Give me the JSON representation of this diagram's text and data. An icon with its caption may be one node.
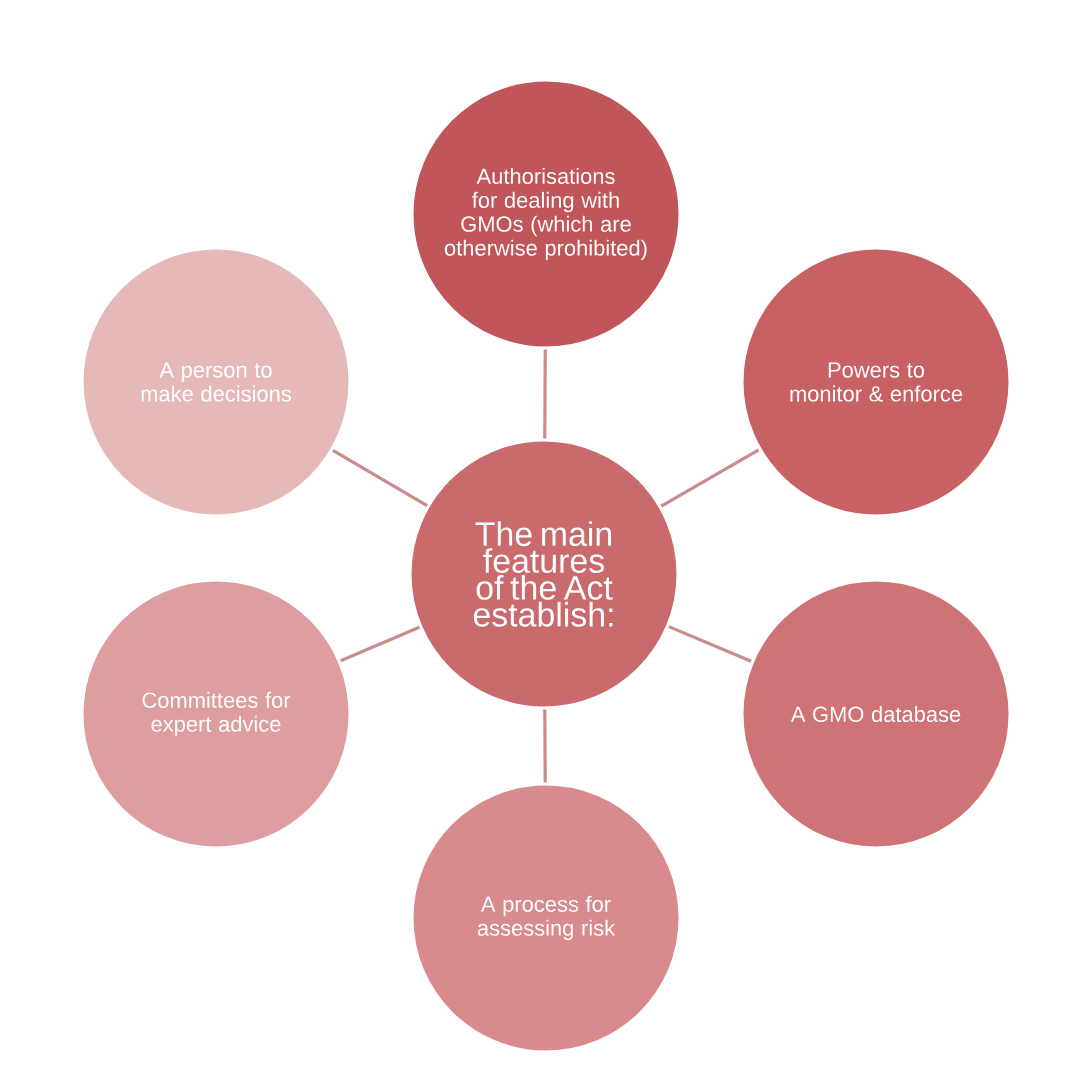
{
  "diagram": {
    "nodes": [
      {
        "text": [
          "The main features of the Act establish:"
        ]
      },
      {
        "text": [
          "Authorisations for dealing with GMOs (which are otherwise prohibited)"
        ]
      },
      {
        "text": [
          "Powers to monitor & enforce"
        ]
      },
      {
        "text": [
          "A GMO database"
        ]
      },
      {
        "text": [
          "A process for assessing risk"
        ]
      },
      {
        "text": [
          "Committees for expert advice"
        ]
      },
      {
        "text": [
          "A person to make decisions"
        ]
      }
    ],
    "edges": [
      {
        "from": 0,
        "to": 1,
        "arrow": "none"
      },
      {
        "from": 0,
        "to": 2,
        "arrow": "none"
      },
      {
        "from": 0,
        "to": 3,
        "arrow": "none"
      },
      {
        "from": 0,
        "to": 4,
        "arrow": "none"
      },
      {
        "from": 0,
        "to": 5,
        "arrow": "none"
      },
      {
        "from": 0,
        "to": 6,
        "arrow": "none"
      }
    ]
  }
}
